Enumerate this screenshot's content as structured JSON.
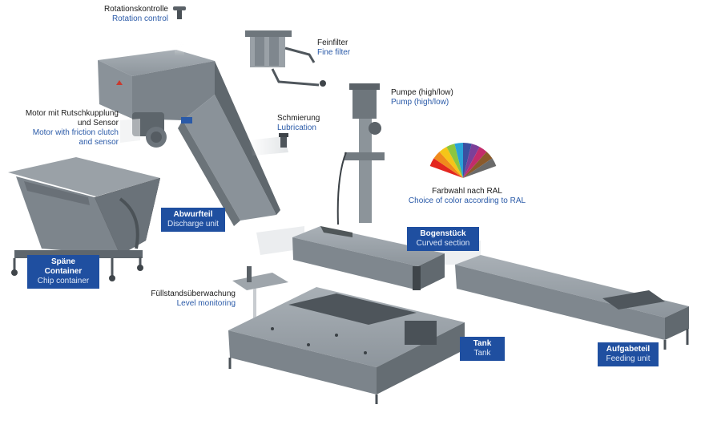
{
  "labels": {
    "rotation_control": {
      "de": "Rotationskontrolle",
      "en": "Rotation control"
    },
    "fine_filter": {
      "de": "Feinfilter",
      "en": "Fine filter"
    },
    "motor": {
      "de1": "Motor mit Rutschkupplung",
      "de2": "und Sensor",
      "en1": "Motor with friction clutch",
      "en2": "and sensor"
    },
    "lubrication": {
      "de": "Schmierung",
      "en": "Lubrication"
    },
    "pump": {
      "de": "Pumpe (high/low)",
      "en": "Pump (high/low)"
    },
    "ral": {
      "de": "Farbwahl nach RAL",
      "en": "Choice of color according to RAL"
    },
    "level": {
      "de": "Füllstandsüberwachung",
      "en": "Level monitoring"
    }
  },
  "boxes": {
    "discharge": {
      "de": "Abwurfteil",
      "en": "Discharge unit"
    },
    "chip_container": {
      "de": "Späne Container",
      "en": "Chip container"
    },
    "curved": {
      "de": "Bogenstück",
      "en": "Curved section"
    },
    "tank": {
      "de": "Tank",
      "en": "Tank"
    },
    "feeding": {
      "de": "Aufgabeteil",
      "en": "Feeding unit"
    }
  },
  "colors": {
    "box_bg": "#1f4fa0",
    "label_en": "#2a5aa8",
    "metal_light": "#9ba2a8",
    "metal_mid": "#7c848b",
    "metal_dark": "#5c646b"
  },
  "ral_wheel_colors": [
    "#e3261f",
    "#f08a1c",
    "#f5c518",
    "#8cc63f",
    "#2aa3d8",
    "#3a4fa0",
    "#7b3f98",
    "#c22c6b",
    "#8a5a2b",
    "#6a6a6a"
  ]
}
